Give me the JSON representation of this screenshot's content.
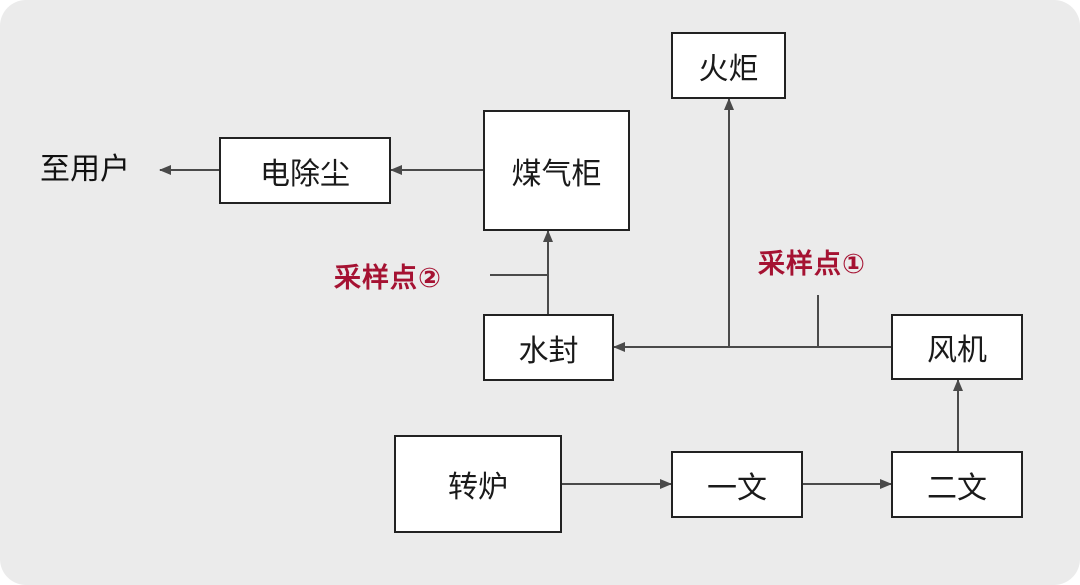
{
  "diagram": {
    "nodes": {
      "huoju": "火炬",
      "dianchuchen": "电除尘",
      "meiqigui": "煤气柜",
      "shuifeng": "水封",
      "fengji": "风机",
      "zhuanlu": "转炉",
      "yiwen": "一文",
      "erwen": "二文"
    },
    "labels": {
      "to_user": "至用户",
      "sampling_point_1": "采样点①",
      "sampling_point_2": "采样点②"
    },
    "colors": {
      "background": "#ebebeb",
      "box_border": "#222222",
      "arrow": "#4a4a4a",
      "sampling_label": "#a51232"
    }
  }
}
